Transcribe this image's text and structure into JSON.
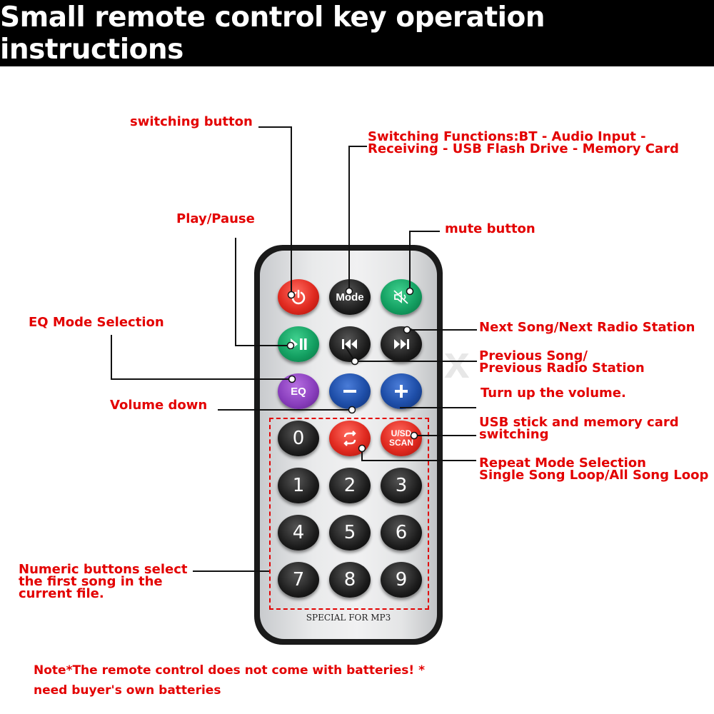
{
  "title": "Small remote control key operation instructions",
  "watermark": "DIYBox",
  "labels": {
    "switching_button": "switching button",
    "mode_line1": "Switching Functions:BT - Audio Input -",
    "mode_line2": "Receiving - USB Flash Drive - Memory Card",
    "play_pause": "Play/Pause",
    "mute": "mute button",
    "eq": "EQ Mode Selection",
    "next": "Next Song/Next Radio Station",
    "prev_line1": "Previous Song/",
    "prev_line2": "Previous Radio Station",
    "vol_up": "Turn up the volume.",
    "vol_down": "Volume down",
    "usb_line1": "USB stick and memory card",
    "usb_line2": "switching",
    "repeat_line1": "Repeat Mode Selection",
    "repeat_line2": "Single Song Loop/All Song Loop",
    "numeric_line1": "Numeric buttons select",
    "numeric_line2": "the first song in the",
    "numeric_line3": "current file."
  },
  "note_line1": "Note*The remote control does not come with batteries! *",
  "note_line2": "need buyer's own batteries",
  "remote": {
    "mode_label": "Mode",
    "eq_label": "EQ",
    "usd_line1": "U/SD",
    "usd_line2": "SCAN",
    "footer": "SPECIAL FOR MP3",
    "digits": [
      "0",
      "1",
      "2",
      "3",
      "4",
      "5",
      "6",
      "7",
      "8",
      "9"
    ]
  }
}
